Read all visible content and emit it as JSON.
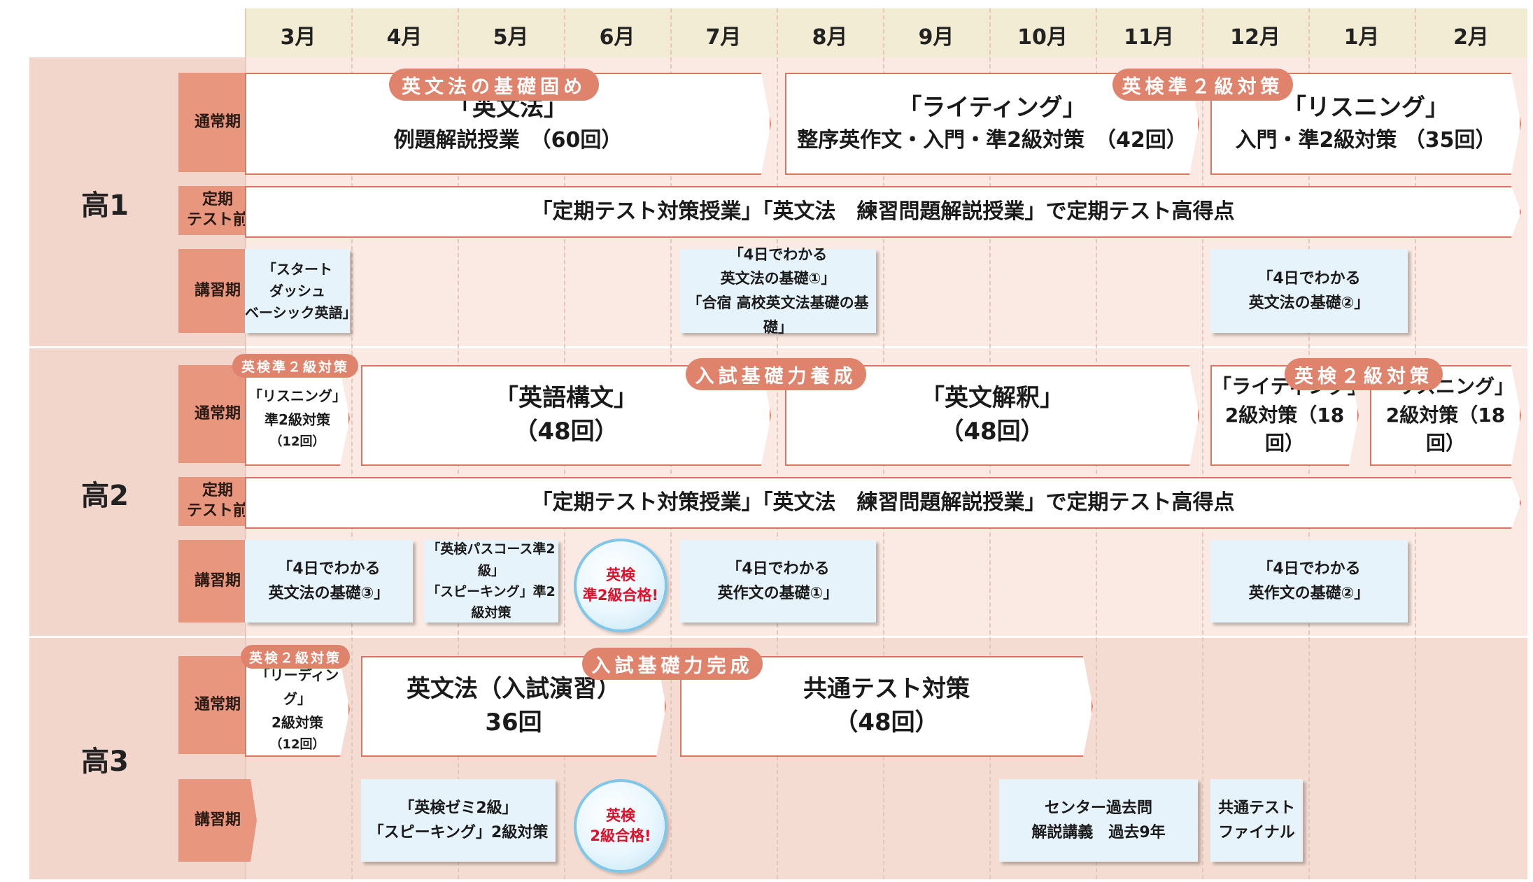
{
  "months": [
    "3月",
    "4月",
    "5月",
    "6月",
    "7月",
    "8月",
    "9月",
    "10月",
    "11月",
    "12月",
    "1月",
    "2月"
  ],
  "grades": {
    "g1": "高1",
    "g2": "高2",
    "g3": "高3"
  },
  "labels": {
    "regular": "通常期",
    "exam_1": "定期",
    "exam_2": "テスト前",
    "seasonal": "講習期"
  },
  "g1": {
    "tag_grammar": "英文法の基礎固め",
    "tag_eiken": "英検準２級対策",
    "grammar_title": "「英文法」",
    "grammar_sub": "例題解説授業　（60回）",
    "writing_title": "「ライティング」",
    "writing_sub": "整序英作文・入門・準2級対策　（42回）",
    "listening_title": "「リスニング」",
    "listening_sub": "入門・準2級対策 （35回）",
    "exam_text": "「定期テスト対策授業」「英文法　練習問題解説授業」で定期テスト高得点",
    "s1_l1": "「スタート",
    "s1_l2": "ダッシュ",
    "s1_l3": "ベーシック英語」",
    "s2_l1": "「4日でわかる",
    "s2_l2": "英文法の基礎①」",
    "s2_l3": "「合宿 高校英文法基礎の基礎」",
    "s3_l1": "「4日でわかる",
    "s3_l2": "英文法の基礎②」"
  },
  "g2": {
    "tag_eiken": "英検準２級対策",
    "tag_nyushi": "入試基礎力養成",
    "tag_eiken2": "英検２級対策",
    "listen_l1": "「リスニング」",
    "listen_l2": "準2級対策",
    "listen_l3": "（12回）",
    "koubun_title": "「英語構文」",
    "koubun_sub": "（48回）",
    "kaishaku_title": "「英文解釈」",
    "kaishaku_sub": "（48回）",
    "writing_title": "「ライティング」",
    "writing_sub": "2級対策（18回）",
    "listening_title": "「リスニング」",
    "listening_sub": "2級対策（18回）",
    "exam_text": "「定期テスト対策授業」「英文法　練習問題解説授業」で定期テスト高得点",
    "s1_l1": "「4日でわかる",
    "s1_l2": "英文法の基礎③」",
    "s2_l1": "「英検パスコース準2級」",
    "s2_l2": "「スピーキング」準2級対策",
    "circle_l1": "英検",
    "circle_l2": "準2級合格!",
    "s3_l1": "「4日でわかる",
    "s3_l2": "英作文の基礎①」",
    "s4_l1": "「4日でわかる",
    "s4_l2": "英作文の基礎②」"
  },
  "g3": {
    "tag_eiken": "英検２級対策",
    "tag_nyushi": "入試基礎力完成",
    "reading_l1": "「リーディング」",
    "reading_l2": "2級対策",
    "reading_l3": "（12回）",
    "grammar_title": "英文法（入試演習）",
    "grammar_sub": "36回",
    "common_title": "共通テスト対策",
    "common_sub": "（48回）",
    "s1_l1": "「英検ゼミ2級」",
    "s1_l2": "「スピーキング」2級対策",
    "circle_l1": "英検",
    "circle_l2": "2級合格!",
    "s2_l1": "センター過去問",
    "s2_l2": "解説講義　過去9年",
    "s3_l1": "共通テスト",
    "s3_l2": "ファイナル"
  },
  "colors": {
    "band": "#f2d6cc",
    "grid": "#fbeae3",
    "label": "#e8967e",
    "tag": "#e0836c",
    "box_border": "#d97764",
    "light_box": "#e6f3fb",
    "circle_text": "#e0102a",
    "month_bar": "#f2ecd4"
  }
}
